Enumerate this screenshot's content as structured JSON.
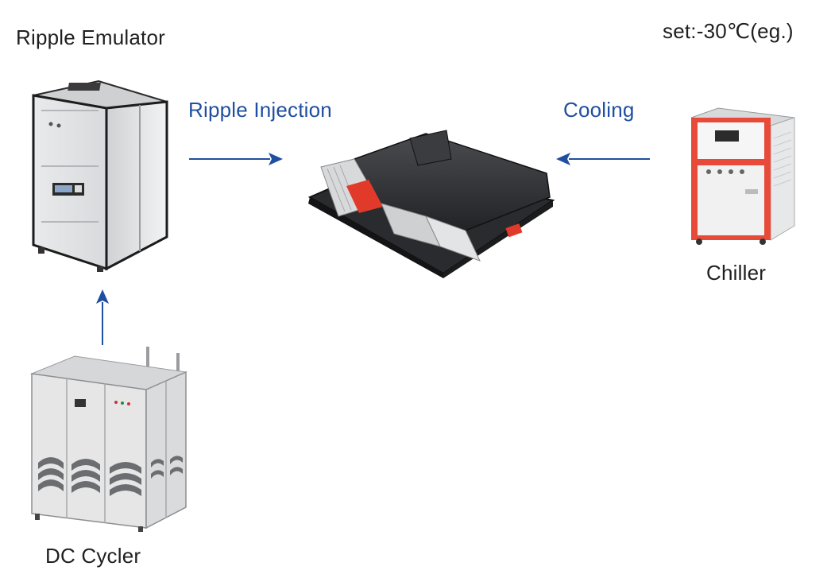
{
  "labels": {
    "ripple_emulator": "Ripple Emulator",
    "setpoint": "set:-30℃(eg.)",
    "ripple_injection": "Ripple Injection",
    "cooling": "Cooling",
    "chiller": "Chiller",
    "dc_cycler": "DC Cycler"
  },
  "colors": {
    "arrow": "#1f4fa0",
    "label_blue": "#1f4fa0",
    "label_dark": "#1f1f1f",
    "chiller_frame": "#e84a3a",
    "battery_accent": "#e23a2a"
  },
  "icons": {
    "ripple_emulator": "ripple-emulator-cabinet-icon",
    "battery_pack": "battery-pack-icon",
    "chiller": "chiller-unit-icon",
    "dc_cycler": "dc-cycler-cabinet-icon"
  }
}
